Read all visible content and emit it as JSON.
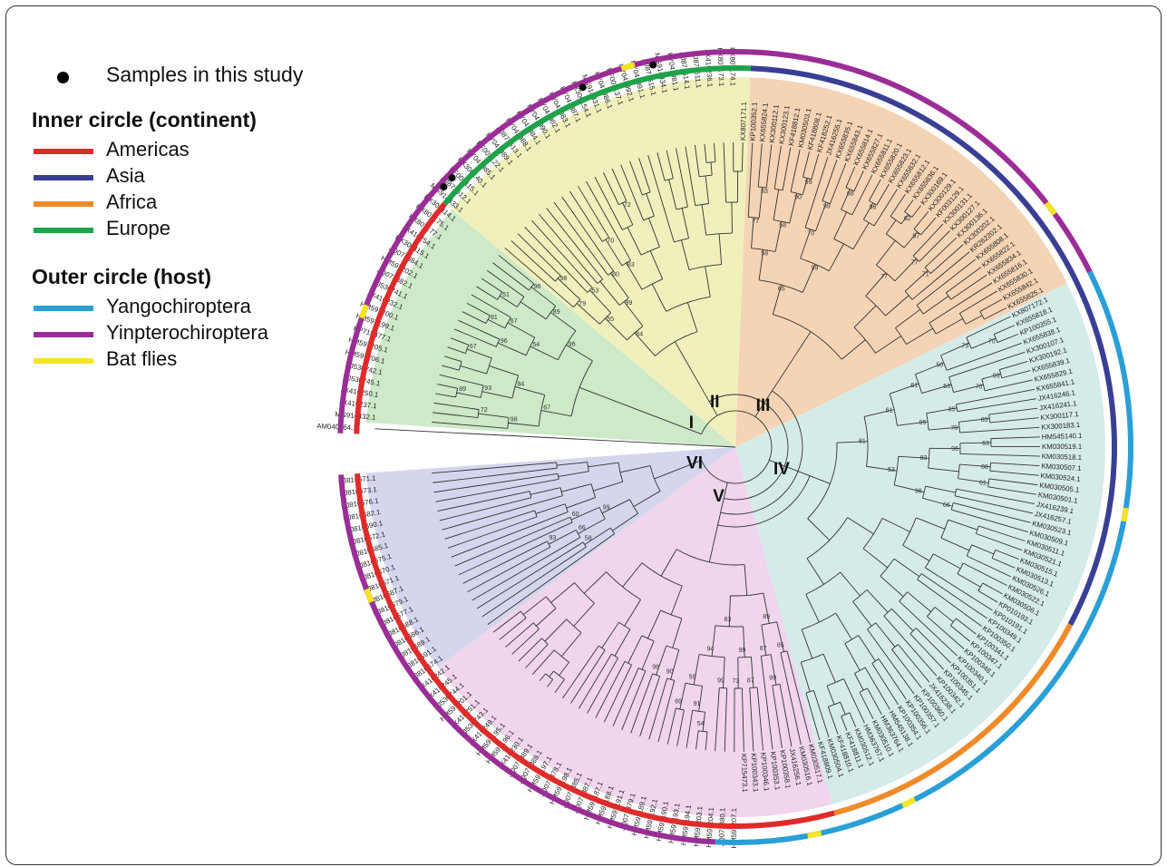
{
  "legend": {
    "samples_label": "Samples in this study",
    "inner_title": "Inner circle (continent)",
    "continents": [
      {
        "label": "Americas",
        "color": "#e02b2b"
      },
      {
        "label": "Asia",
        "color": "#3a3f94"
      },
      {
        "label": "Africa",
        "color": "#ef8a2b"
      },
      {
        "label": "Europe",
        "color": "#1ea24a"
      }
    ],
    "outer_title": "Outer circle (host)",
    "hosts": [
      {
        "label": "Yangochiroptera",
        "color": "#2a9fd6"
      },
      {
        "label": "Yinpterochiroptera",
        "color": "#9b2d96"
      },
      {
        "label": "Bat flies",
        "color": "#f4e425"
      }
    ]
  },
  "tree": {
    "outgroup": "AM040264.1",
    "clades": [
      {
        "id": "I",
        "label": "I",
        "color": "#cde9c8",
        "leaves": [
          "MG914432.1",
          "JX416237.1",
          "JX416250.1",
          "KJ530745.1",
          "KJ530742.1",
          "HM597206.1",
          "HM597205.1",
          "KP715477.1",
          "HM597199.1",
          "HM597200.1",
          "JX416232.1",
          "KJ530741.1",
          "JQ071382.1",
          "HM597202.1",
          "JQ071384.1",
          "KX300115.1",
          "JX416254.1",
          "KX807177.1",
          "KX807175.1",
          "KX300114.1"
        ],
        "bootstrap": [
          "72",
          "98",
          "89",
          "93",
          "67",
          "84",
          "67",
          "96",
          "81",
          "67",
          "54",
          "51",
          "96",
          "89",
          "96"
        ]
      },
      {
        "id": "II",
        "label": "II",
        "color": "#f0f0bc",
        "leaves": [
          "MG914433.1",
          "AJ871612.1",
          "KF003115.1",
          "KX300140.1",
          "KY041985.1",
          "KF003122.1",
          "KY041989.1",
          "AJ871613.1",
          "KY041988.1",
          "KY041984.1",
          "KY041990.1",
          "KY041982.1",
          "KY041983.1",
          "KY041987.1",
          "KX300154.1",
          "MG914431.1",
          "KY041986.1",
          "KF003137.1",
          "KY041992.1",
          "KY041991.1",
          "AJ871615.1",
          "MG914434.1",
          "KY041981.1",
          "AJ871614.1",
          "AJ871611.1",
          "JX416236.1",
          "KX807173.1",
          "KX807174.1",
          "KX807171.1"
        ],
        "bootstrap": [
          "98",
          "79",
          "53",
          "55",
          "80",
          "99",
          "84",
          "70",
          "83",
          "72"
        ]
      },
      {
        "id": "III",
        "label": "III",
        "color": "#f5d4b5",
        "leaves": [
          "KP100352.1",
          "KX655824.1",
          "KX300112.1",
          "KX300123.1",
          "KF418812.1",
          "KM030503.1",
          "KF418808.1",
          "KF418252.1",
          "JX416255.1",
          "KX655835.1",
          "KX655843.1",
          "KX655814.1",
          "KX655827.1",
          "KX655811.1",
          "KX655820.1",
          "KX655823.1",
          "KX655832.1",
          "KX655812.1",
          "KX655836.1",
          "KX300169.1",
          "KX300129.1",
          "KF003129.1",
          "KX300131.1",
          "KX300127.1",
          "KX300136.1",
          "KX300202.1",
          "KR262202.1",
          "KX655808.1",
          "KX655822.1",
          "KX655834.1",
          "KX655816.1",
          "KX655830.1",
          "KX655842.1",
          "KX655825.1"
        ],
        "bootstrap": [
          "83",
          "77",
          "99",
          "90",
          "58",
          "58",
          "99",
          "70",
          "68",
          "96",
          "99",
          "65",
          "62",
          "97",
          "77",
          "77",
          "71"
        ]
      },
      {
        "id": "IV",
        "label": "IV",
        "color": "#d5ebea",
        "leaves": [
          "KX807172.1",
          "KX655818.1",
          "KP100355.1",
          "KX655838.1",
          "KX300107.1",
          "KX300192.1",
          "KX655839.1",
          "KX655829.1",
          "KX655841.1",
          "JX416246.1",
          "JX416241.1",
          "KX300117.1",
          "KX300183.1",
          "HM545140.1",
          "KM030519.1",
          "KM030518.1",
          "KM030507.1",
          "KM030524.1",
          "KM030505.1",
          "KM030501.1",
          "JX416239.1",
          "JX416257.1",
          "KM030523.1",
          "KM030509.1",
          "KM030511.1",
          "KM030521.1",
          "KM030515.1",
          "KM030513.1",
          "KM030526.1",
          "KM030522.1",
          "KM030506.1",
          "KP010193.1",
          "KP010191.1",
          "KP100349.1",
          "KP100350.1",
          "KP100341.1",
          "KP100347.1",
          "KP100348.1",
          "KP100340.1",
          "KP100351.1",
          "KP100345.1",
          "KP100342.1",
          "JX416238.1",
          "KP100360.1",
          "KP100357.1",
          "KP100356.1",
          "KP100354.1",
          "HM545138.1",
          "HM363764.1",
          "KM030510.1",
          "HM363767.1",
          "KM030512.1",
          "KF418811.1",
          "KF418810.1",
          "KM030504.1",
          "KF418809.1"
        ],
        "bootstrap": [
          "70",
          "73",
          "50",
          "99",
          "70",
          "53",
          "61",
          "85",
          "85",
          "78",
          "95",
          "61",
          "63",
          "96",
          "68",
          "61",
          "83",
          "66",
          "98",
          "53",
          "81"
        ]
      },
      {
        "id": "V",
        "label": "V",
        "color": "#f0d5ec",
        "leaves": [
          "KM030517.1",
          "KM030516.1",
          "JX416256.1",
          "KP100358.1",
          "KP100353.1",
          "KP100346.1",
          "KP100343.1",
          "KP715473.1",
          "HM597207.1",
          "JQ071380.1",
          "HM597204.1",
          "HM597203.1",
          "HM597194.1",
          "HM597193.1",
          "HM597190.1",
          "HM597192.1",
          "HM597189.1",
          "JQ071379.1",
          "HM597191.1",
          "HM597188.1",
          "HM597187.1",
          "JQ071387.1",
          "JQ071385.1",
          "HM597198.1",
          "JQ071378.1",
          "HM597197.1",
          "JQ071388.1",
          "JQ071389.1",
          "JX416230.1",
          "HM597196.1",
          "HM597195.1",
          "JX416249.1",
          "KJ530743.1",
          "JX416251.1",
          "HM597201.1",
          "KJ530744.1",
          "JX416245.1",
          "JX416242.1"
        ],
        "bootstrap": [
          "85",
          "99",
          "87",
          "89",
          "87",
          "73",
          "99",
          "99",
          "54",
          "91",
          "69",
          "59",
          "94",
          "83",
          "90",
          "98"
        ]
      },
      {
        "id": "VI",
        "label": "VI",
        "color": "#d5d6ee",
        "leaves": [
          "KJ816674.1",
          "KJ816691.1",
          "KJ816689.1",
          "KJ816686.1",
          "KJ816688.1",
          "KJ816677.1",
          "KJ816679.1",
          "KJ816687.1",
          "KJ816671.1",
          "KJ816670.1",
          "KJ816675.1",
          "KJ816685.1",
          "KJ816672.1",
          "KJ816690.1",
          "KJ816682.1",
          "KJ816676.1",
          "KJ816673.1",
          "KJ816671.1"
        ],
        "bootstrap": [
          "58",
          "93",
          "66",
          "60",
          "99"
        ]
      }
    ]
  }
}
